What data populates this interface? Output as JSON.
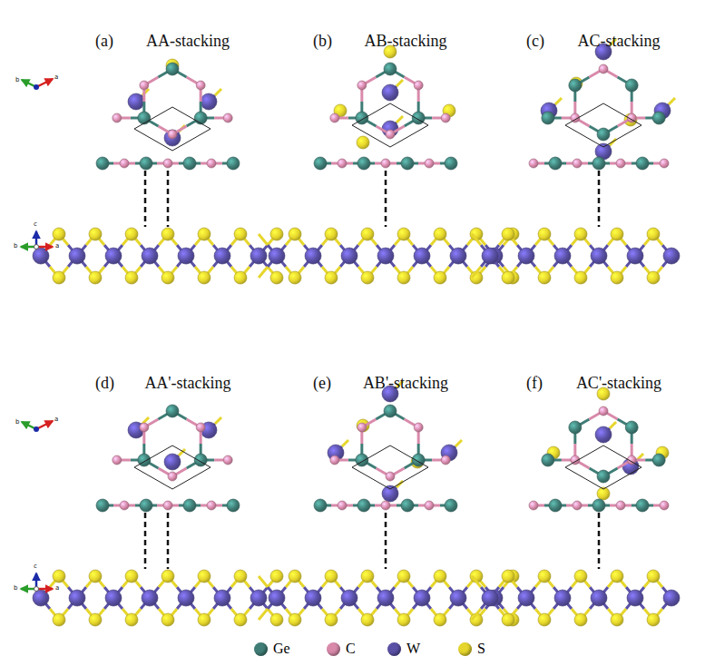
{
  "diagram": {
    "labels": [
      "(a)",
      "AA-stacking",
      "(b)",
      "AB-stacking",
      "(c)",
      "AC-stacking",
      "(d)",
      "AA'-stacking",
      "(e)",
      "AB'-stacking",
      "(f)",
      "AC'-stacking",
      "b",
      "a",
      "c",
      "b",
      "a",
      "b",
      "a",
      "c",
      "b",
      "a"
    ],
    "legend": [
      {
        "text": "Ge",
        "color": "#3f7d76"
      },
      {
        "text": "C",
        "color": "#d98aab"
      },
      {
        "text": "W",
        "color": "#5a51a6"
      },
      {
        "text": "S",
        "color": "#e6d62c"
      }
    ]
  }
}
